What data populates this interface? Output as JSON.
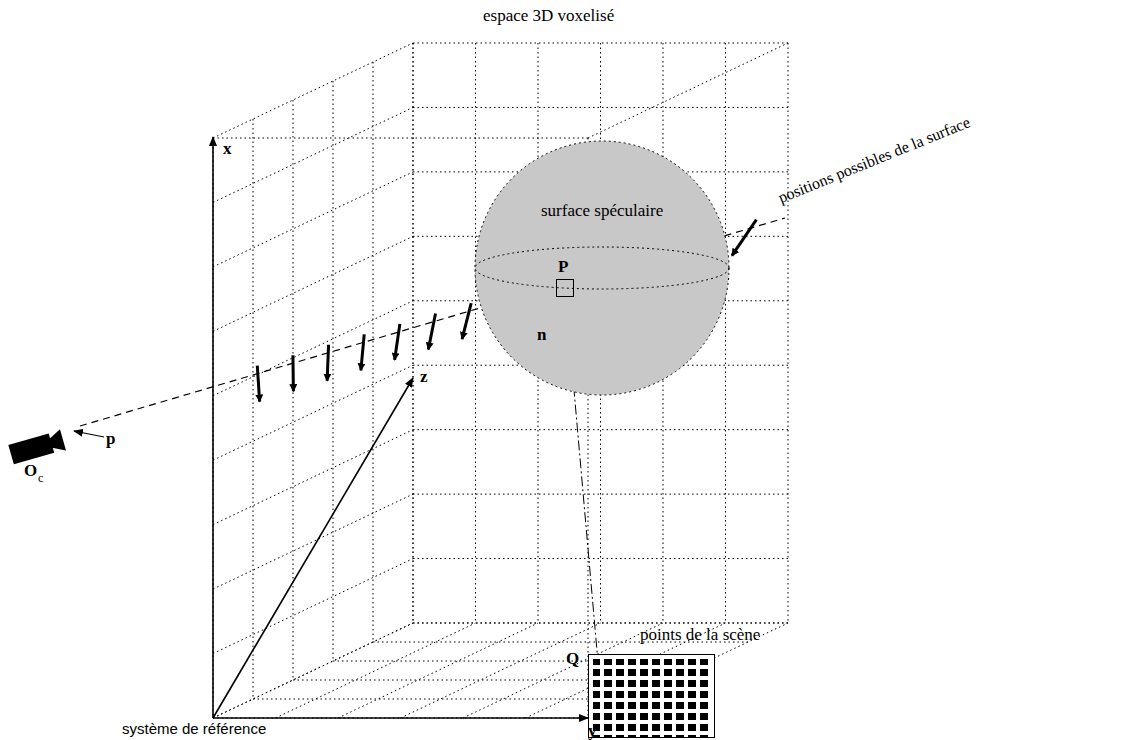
{
  "diagram": {
    "nodes": [
      {
        "text": [
          "espace 3D voxelisé"
        ]
      },
      {
        "text": [
          "surface spéculaire"
        ],
        "in": 0
      },
      {
        "text": [
          "P"
        ],
        "in": 1
      },
      {
        "text": [
          "points de la scène",
          "Q"
        ]
      }
    ],
    "edges": [
      {
        "from": 2,
        "to": 3,
        "arrow": "none"
      }
    ],
    "labels": [
      "positions possibles de la surface",
      "n",
      "x",
      "y",
      "z",
      "système de référence",
      "O",
      "c",
      "p"
    ]
  }
}
